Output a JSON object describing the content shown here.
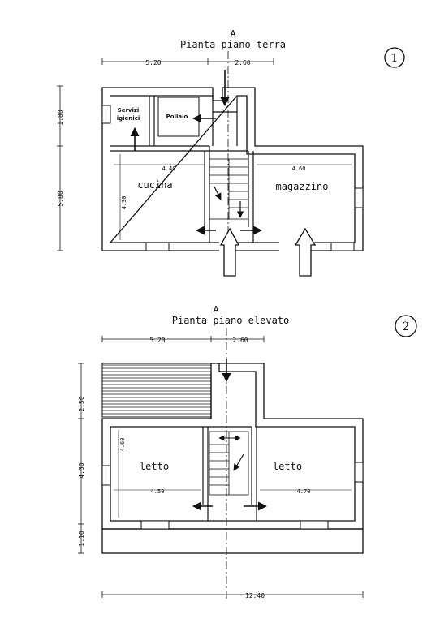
{
  "plan1": {
    "section": "A",
    "title": "Pianta piano terra",
    "number": "1",
    "dims": {
      "top_left": "5.20",
      "top_right": "2.60",
      "left_top": "1.80",
      "left_total": "5.80"
    },
    "rooms": {
      "servizi_line1": "Servizi",
      "servizi_line2": "igienici",
      "pollaio": "Pollaio",
      "cucina": "cucina",
      "magazzino": "magazzino",
      "cucina_width": "4.40",
      "magazzino_width": "4.60",
      "cucina_height": "4.30"
    }
  },
  "plan2": {
    "section": "A",
    "title": "Pianta piano elevato",
    "number": "2",
    "dims": {
      "top_left": "5.20",
      "top_right": "2.60",
      "left_top": "2.50",
      "left_mid": "4.30",
      "left_bottom": "1.10",
      "bottom_total": "12.40"
    },
    "rooms": {
      "letto_left": "letto",
      "letto_right": "letto",
      "letto_left_width": "4.50",
      "letto_right_width": "4.70",
      "letto_left_height": "4.60"
    }
  }
}
